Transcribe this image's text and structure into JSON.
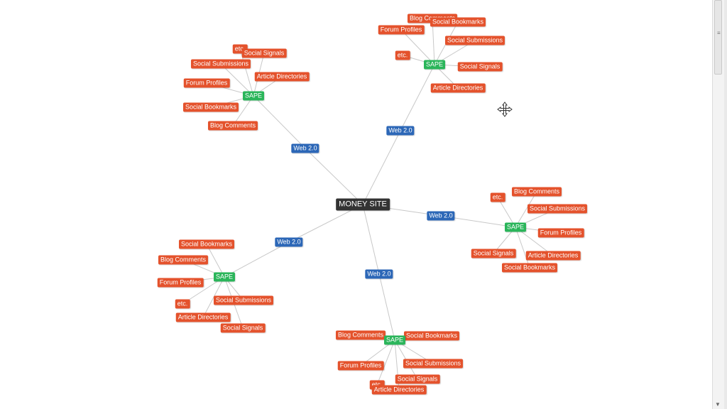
{
  "colors": {
    "money": "#333333",
    "web": "#2c67b7",
    "sape": "#2ab55a",
    "item": "#e4522c",
    "edge": "#c8c8c8"
  },
  "icons": {
    "cursor": "move-cursor-icon",
    "scroll_down": "chevron-down-icon"
  },
  "center": {
    "label": "MONEY SITE"
  },
  "branches": [
    {
      "web": "Web 2.0",
      "sape": "SAPE",
      "items": [
        "etc.",
        "Social Signals",
        "Social Submissions",
        "Article Directories",
        "Forum Profiles",
        "Social Bookmarks",
        "Blog Comments"
      ]
    },
    {
      "web": "Web 2.0",
      "sape": "SAPE",
      "items": [
        "Blog Comments",
        "Social Bookmarks",
        "Forum Profiles",
        "Social Submissions",
        "etc.",
        "Social Signals",
        "Article Directories"
      ]
    },
    {
      "web": "Web 2.0",
      "sape": "SAPE",
      "items": [
        "etc.",
        "Blog Comments",
        "Social Submissions",
        "Forum Profiles",
        "Social Signals",
        "Article Directories",
        "Social Bookmarks"
      ]
    },
    {
      "web": "Web 2.0",
      "sape": "SAPE",
      "items": [
        "Social Bookmarks",
        "Blog Comments",
        "Forum Profiles",
        "Social Submissions",
        "etc.",
        "Article Directories",
        "Social Signals"
      ]
    },
    {
      "web": "Web 2.0",
      "sape": "SAPE",
      "items": [
        "Blog Comments",
        "Social Bookmarks",
        "Forum Profiles",
        "Social Submissions",
        "Social Signals",
        "etc.",
        "Article Directories"
      ]
    }
  ]
}
